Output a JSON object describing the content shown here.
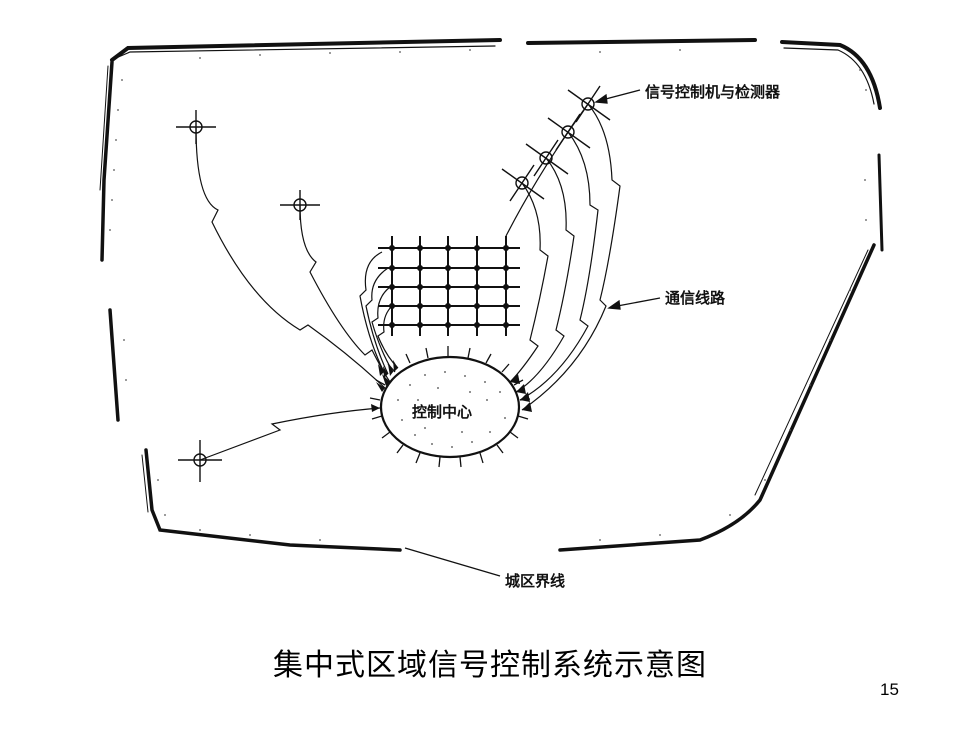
{
  "labels": {
    "controller": "信号控制机与检测器",
    "comm_line": "通信线路",
    "center": "控制中心",
    "boundary": "城区界线"
  },
  "caption": "集中式区域信号控制系统示意图",
  "page_number": "15"
}
